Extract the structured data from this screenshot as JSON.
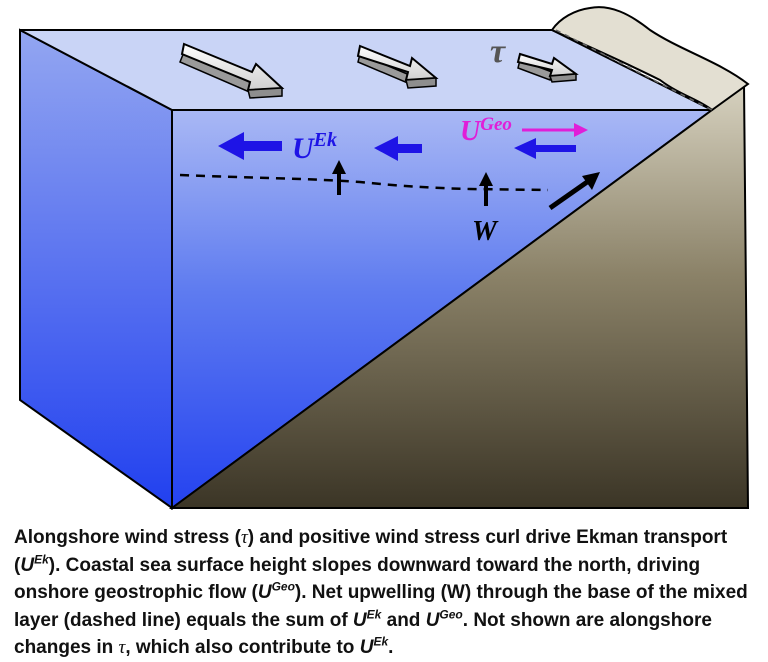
{
  "diagram": {
    "labels": {
      "tau": "τ",
      "u_ek_main": "U",
      "u_ek_sup": "Ek",
      "u_geo_main": "U",
      "u_geo_sup": "Geo",
      "w": "W"
    },
    "colors": {
      "ocean_top": "#8fa6f5",
      "ocean_bottom": "#1f3cf0",
      "surface": "#c8d3f7",
      "land_light": "#d9d4c4",
      "land_dark": "#3a3526",
      "ek_arrow": "#1e14e6",
      "geo_arrow": "#e01ed8",
      "outline": "#000000"
    }
  },
  "caption": {
    "p1": "Alongshore wind stress (",
    "tau1": "τ",
    "p2": ") and positive wind stress curl drive Ekman transport (",
    "u1": "U",
    "sup1": "Ek",
    "p3": "). Coastal sea surface height slopes downward toward the north, driving onshore geostrophic flow (",
    "u2": "U",
    "sup2": "Geo",
    "p4": "). Net upwelling (W) through the base of the mixed layer (dashed line) equals the sum of ",
    "u3": "U",
    "sup3": "Ek",
    "p5": " and ",
    "u4": "U",
    "sup4": "Geo",
    "p6": ". Not shown are alongshore changes in ",
    "tau2": "τ",
    "p7": ", which also contribute to ",
    "u5": "U",
    "sup5": "Ek",
    "p8": "."
  }
}
